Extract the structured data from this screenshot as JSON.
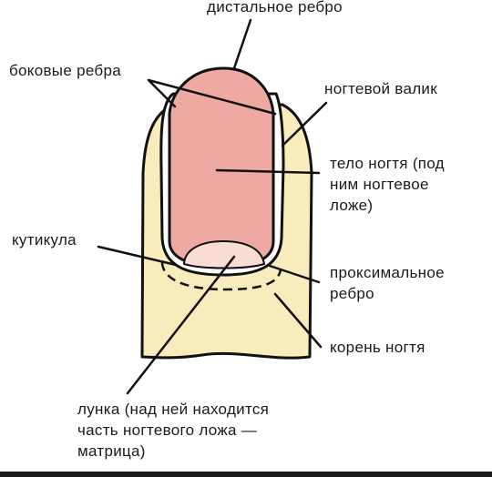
{
  "colors": {
    "finger": "#f8ecbc",
    "nail": "#eeaaa2",
    "lunula": "#f9dcd4",
    "outline": "#111111"
  },
  "labels": {
    "distal_edge": "дистальное ребро",
    "lateral_edges": "боковые ребра",
    "nail_fold": "ногтевой валик",
    "nail_body": "тело ногтя (под\nним ногтевое\nложе)",
    "cuticle": "кутикула",
    "proximal_edge": "проксимальное\nребро",
    "nail_root": "корень ногтя",
    "lunula": "лунка (над ней находится\nчасть ногтевого ложа —\nматрица)"
  }
}
